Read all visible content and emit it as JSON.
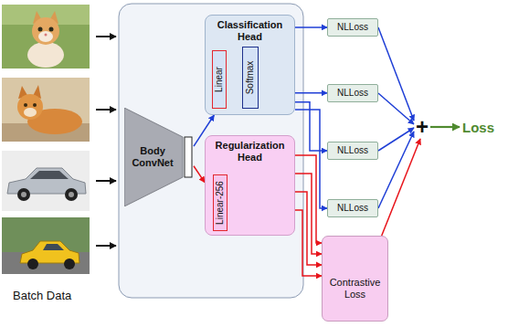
{
  "diagram": {
    "nodes": [
      {
        "text": [
          "Body ConvNet"
        ]
      },
      {
        "text": [
          "Classification Head"
        ]
      },
      {
        "text": [
          "Linear"
        ],
        "in": 1
      },
      {
        "text": [
          "Softmax"
        ],
        "in": 1
      },
      {
        "text": [
          "Regularization Head"
        ]
      },
      {
        "text": [
          "Linear-256"
        ],
        "in": 4
      },
      {
        "text": [
          "NLLoss"
        ]
      },
      {
        "text": [
          "NLLoss"
        ]
      },
      {
        "text": [
          "NLLoss"
        ]
      },
      {
        "text": [
          "NLLoss"
        ]
      },
      {
        "text": [
          "Contrastive Loss"
        ]
      }
    ],
    "edges": [
      {
        "from": 0,
        "to": 1,
        "arrow": "to"
      },
      {
        "from": 0,
        "to": 4,
        "arrow": "to"
      },
      {
        "from": 1,
        "to": 6,
        "arrow": "to"
      },
      {
        "from": 1,
        "to": 7,
        "arrow": "to"
      },
      {
        "from": 1,
        "to": 8,
        "arrow": "to"
      },
      {
        "from": 1,
        "to": 9,
        "arrow": "to"
      },
      {
        "from": 4,
        "to": 10,
        "arrow": "to"
      },
      {
        "from": 4,
        "to": 10,
        "arrow": "to"
      },
      {
        "from": 4,
        "to": 10,
        "arrow": "to"
      },
      {
        "from": 4,
        "to": 10,
        "arrow": "to"
      }
    ],
    "labels": [
      "Batch Data",
      "+",
      "Loss"
    ]
  }
}
